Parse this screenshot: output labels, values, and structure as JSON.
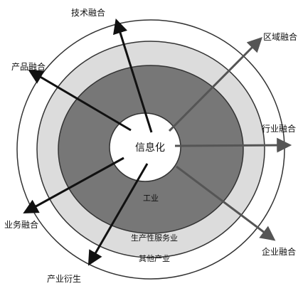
{
  "diagram": {
    "center_label": "信息化",
    "rings": [
      {
        "label": "其他产业",
        "color": "#ffffff"
      },
      {
        "label": "生产性服务业",
        "color": "#dcdcdc"
      },
      {
        "label": "工业",
        "color": "#777777"
      }
    ],
    "arrows": [
      {
        "label": "技术融合"
      },
      {
        "label": "区域融合"
      },
      {
        "label": "产品融合"
      },
      {
        "label": "行业融合"
      },
      {
        "label": "业务融合"
      },
      {
        "label": "企业融合"
      },
      {
        "label": "产业衍生"
      }
    ],
    "colors": {
      "arrow_dark": "#111111",
      "arrow_gray": "#555555",
      "ring_stroke": "#333333"
    }
  }
}
